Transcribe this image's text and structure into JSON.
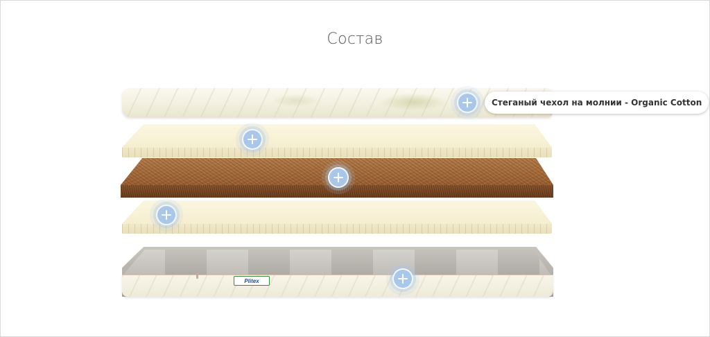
{
  "section": {
    "title": "Состав"
  },
  "layers": [
    {
      "id": "cover-top",
      "hotspot_tooltip": "Стеганый чехол на молнии - Organic Cotton",
      "tooltip_visible": true
    },
    {
      "id": "latex-top",
      "tooltip_visible": false
    },
    {
      "id": "coconut-coir",
      "tooltip_visible": false
    },
    {
      "id": "latex-bottom",
      "tooltip_visible": false
    },
    {
      "id": "cover-bottom",
      "tooltip_visible": false
    }
  ],
  "brand_label": "Plitex",
  "icons": {
    "hotspot": "plus-icon"
  },
  "colors": {
    "hotspot_fill": "#a9c7e8",
    "title_text": "#555555",
    "tooltip_text": "#333333"
  }
}
